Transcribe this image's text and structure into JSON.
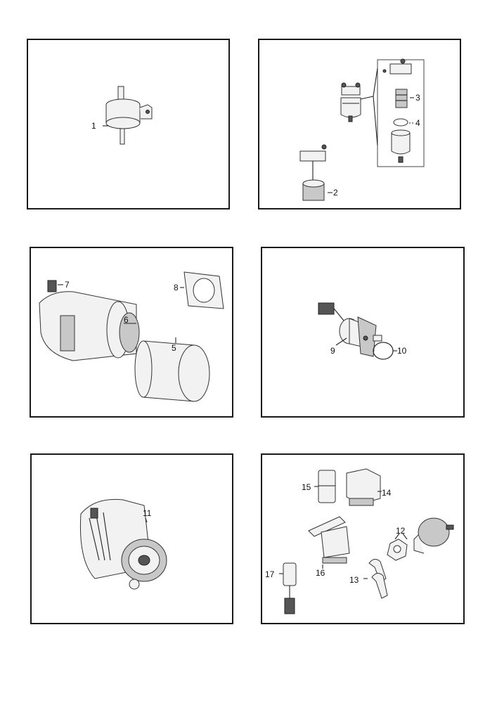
{
  "panels": [
    {
      "id": "panel-1",
      "callouts": [
        "1"
      ]
    },
    {
      "id": "panel-2",
      "callouts": [
        "2",
        "3",
        "4"
      ]
    },
    {
      "id": "panel-3",
      "callouts": [
        "5",
        "6",
        "7",
        "8"
      ]
    },
    {
      "id": "panel-4",
      "callouts": [
        "9",
        "10"
      ]
    },
    {
      "id": "panel-5",
      "callouts": [
        "11"
      ]
    },
    {
      "id": "panel-6",
      "callouts": [
        "12",
        "13",
        "14",
        "15",
        "16",
        "17"
      ]
    }
  ],
  "colors": {
    "line": "#222222",
    "fill_light": "#f2f2f2",
    "fill_mid": "#c8c8c8",
    "fill_dark": "#555555"
  }
}
